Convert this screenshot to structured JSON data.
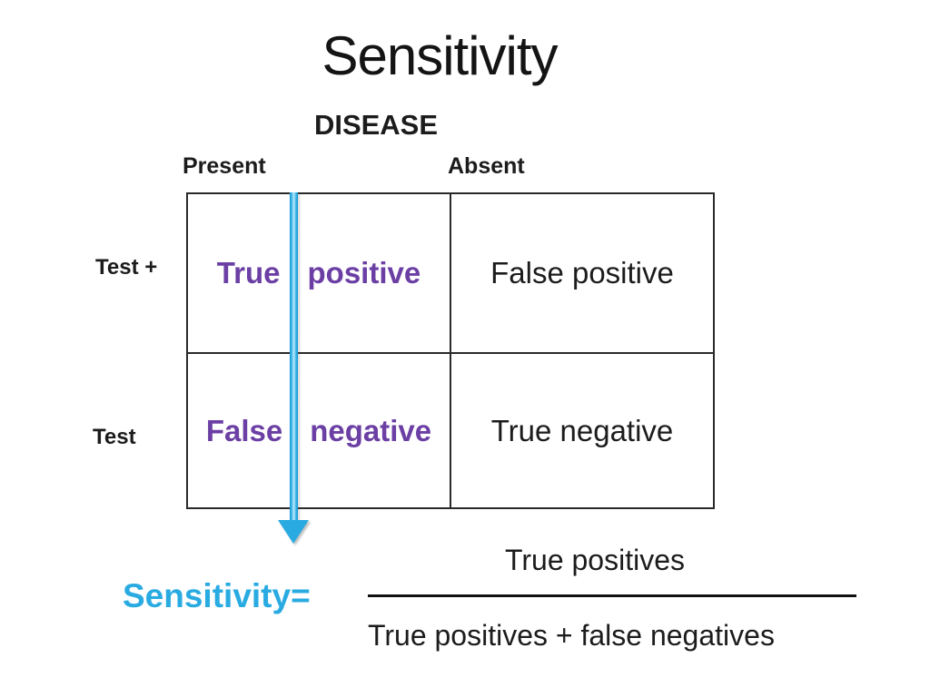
{
  "slide_title": "Sensitivity",
  "matrix": {
    "column_group_label": "DISEASE",
    "column_headers": [
      "Present",
      "Absent"
    ],
    "row_headers": [
      "Test +",
      "Test"
    ],
    "cells": {
      "true_positive": [
        "True",
        "positive"
      ],
      "false_positive": "False positive",
      "false_negative": [
        "False",
        "negative"
      ],
      "true_negative": "True negative"
    }
  },
  "annotations": {
    "highlight_arrow": "down-arrow-through-present-column"
  },
  "formula": {
    "label": "Sensitivity=",
    "numerator": "True positives",
    "denominator": "True positives + false negatives"
  },
  "colors": {
    "text": "#1c1c1c",
    "highlight_text": "#6B3FA4",
    "accent": "#29ABE2"
  }
}
